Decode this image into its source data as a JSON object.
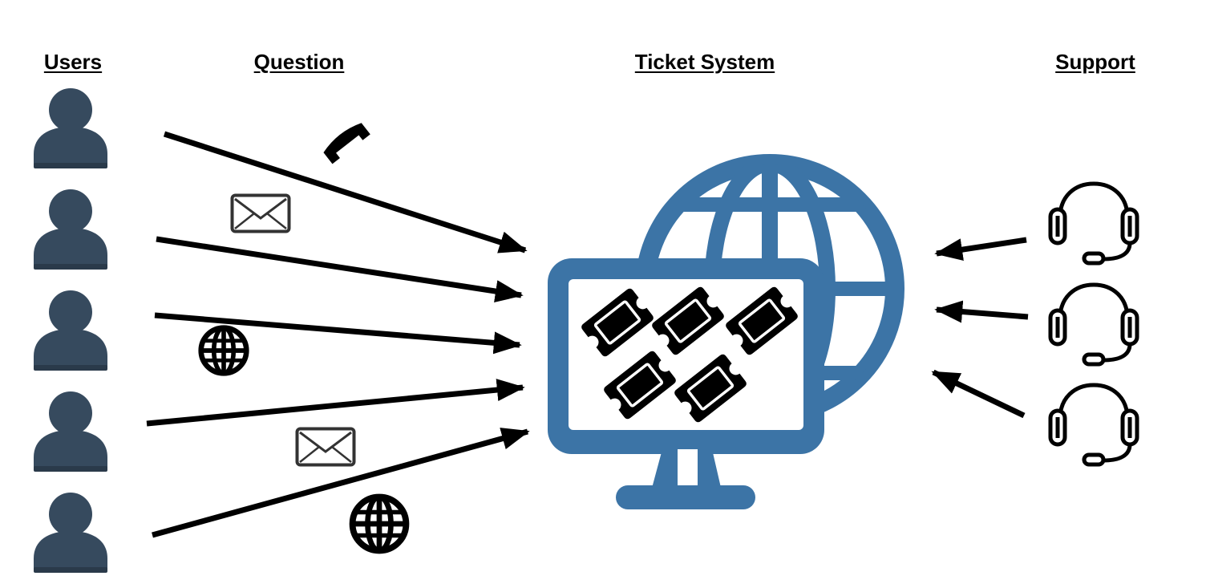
{
  "headings": {
    "users": "Users",
    "question": "Question",
    "ticket_system": "Ticket System",
    "support": "Support"
  },
  "colors": {
    "user_icon": "#364a5e",
    "user_icon_base": "#2a3a4a",
    "monitor_globe": "#3c74a6",
    "arrow": "#000000",
    "headset": "#000000",
    "envelope_stroke": "#333333"
  },
  "users": {
    "count": 5,
    "icon": "user-icon"
  },
  "questions": {
    "icons": [
      "phone-icon",
      "envelope-icon",
      "globe-icon",
      "envelope-icon",
      "globe-icon"
    ]
  },
  "ticket_system": {
    "icon": "monitor-globe-icon",
    "ticket_count": 5,
    "ticket_icon": "ticket-icon"
  },
  "support": {
    "count": 3,
    "icon": "headset-icon"
  }
}
